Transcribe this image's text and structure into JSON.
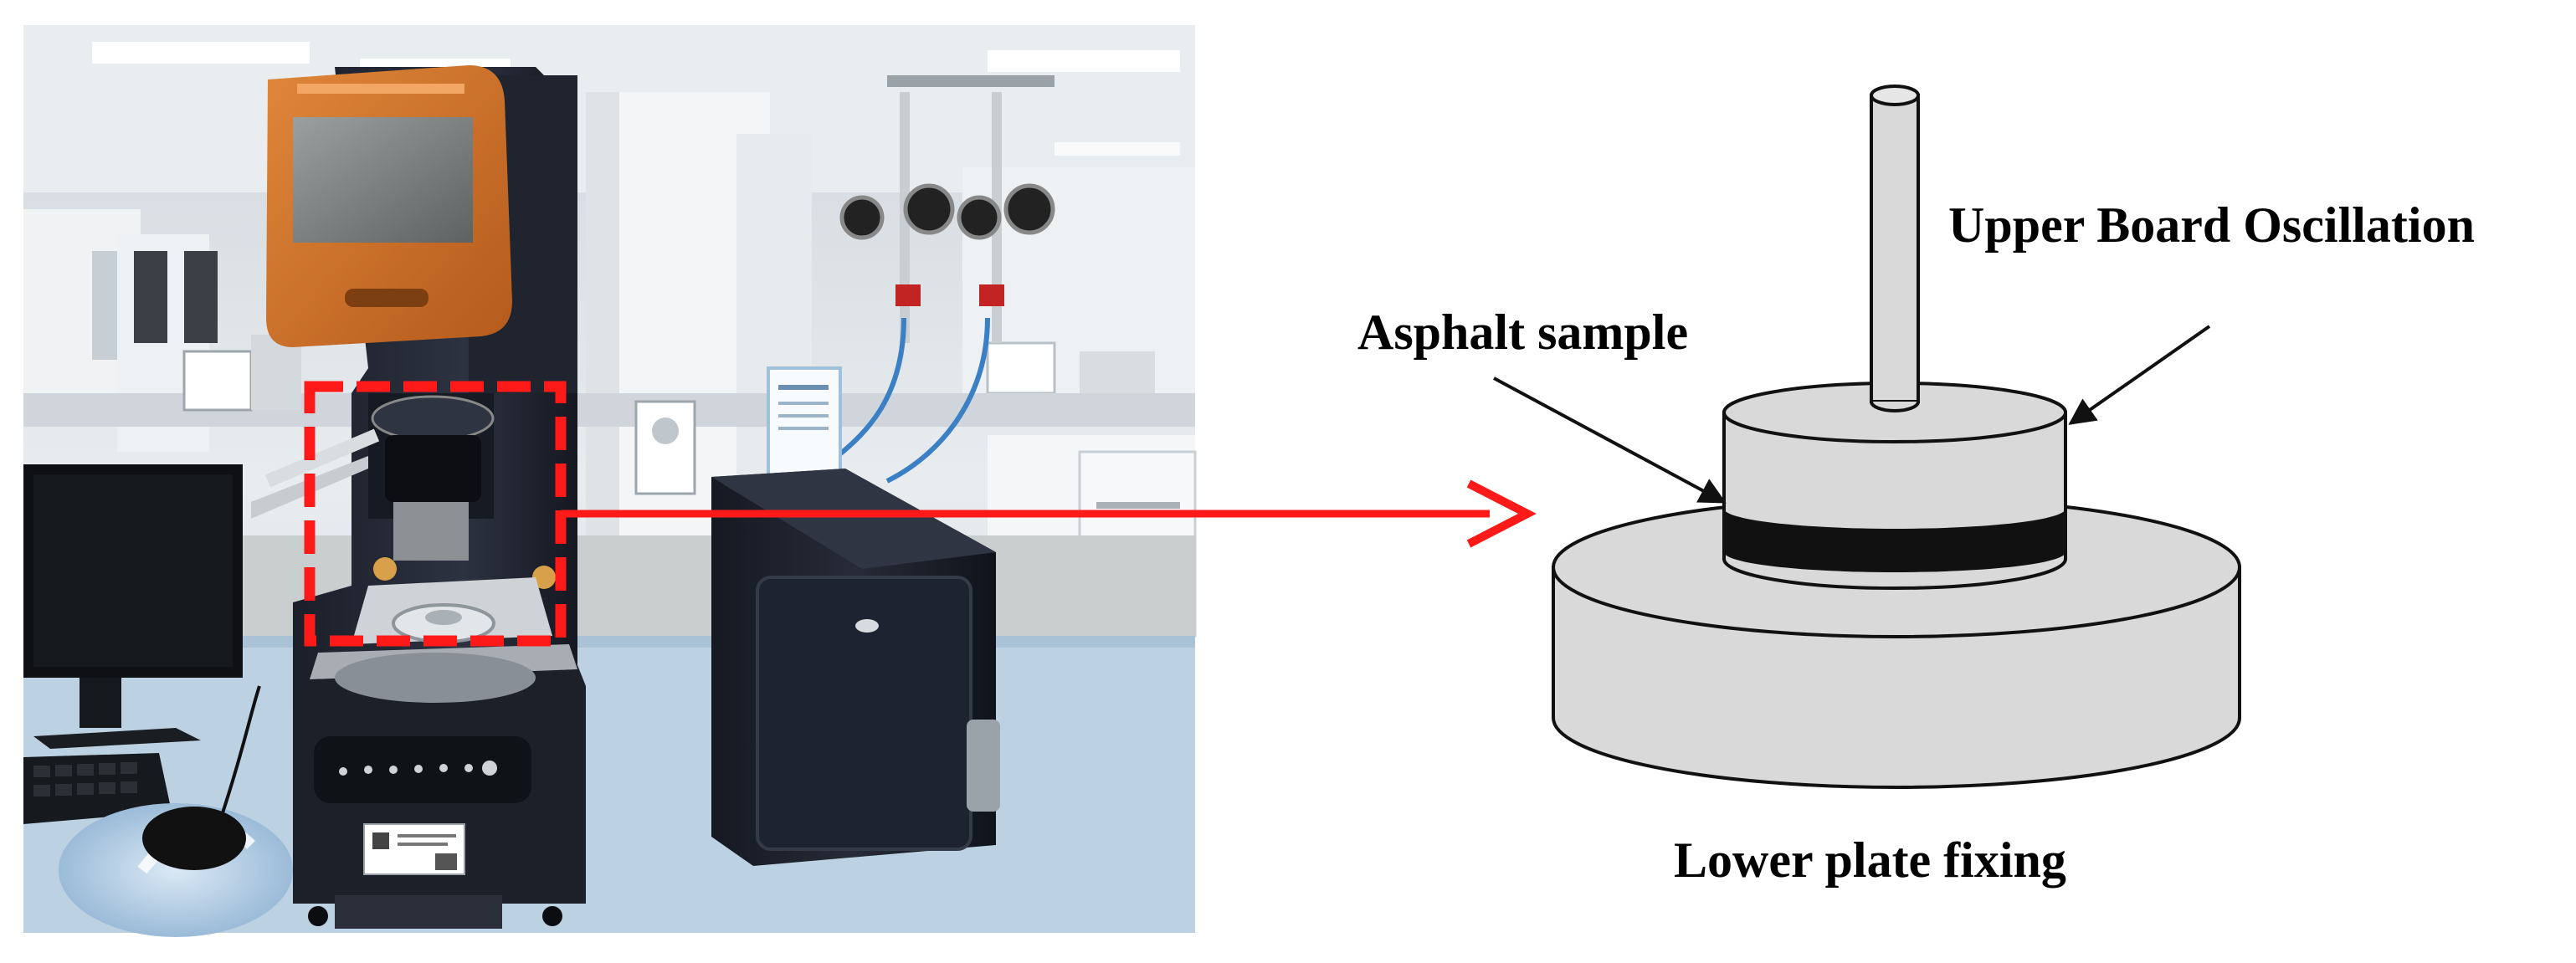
{
  "labels": {
    "upper": "Upper Board Oscillation",
    "sample": "Asphalt sample",
    "lower": "Lower plate fixing"
  },
  "colors": {
    "callout": "#ff1a1a",
    "disc_fill": "#d9d9d9",
    "outline": "#111111",
    "sample_band": "#111111"
  },
  "photo": {
    "subject": "dynamic shear rheometer with orange touchscreen head, desktop monitor, keyboard, mouse and black side cabinet in a laboratory",
    "label_card_text": "",
    "brand_text": ""
  }
}
